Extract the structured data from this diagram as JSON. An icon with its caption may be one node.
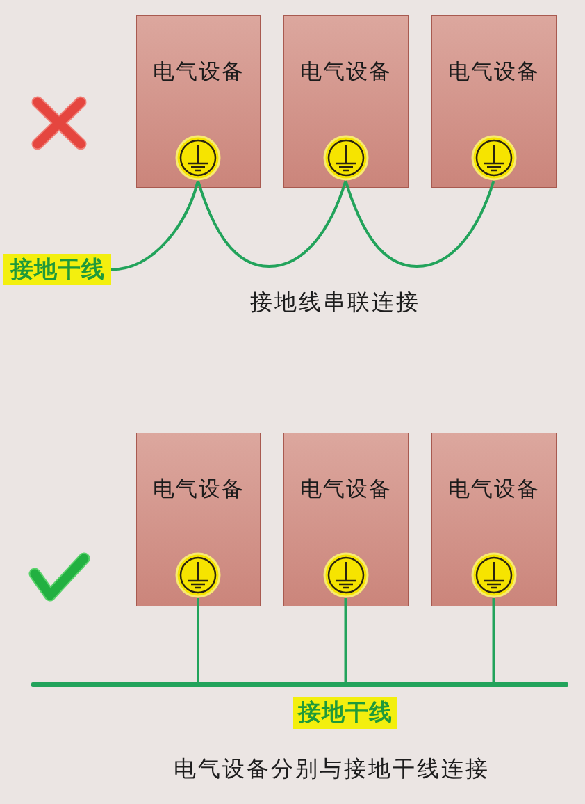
{
  "diagram": {
    "nodes": [
      {
        "text": [
          "电气设备"
        ]
      },
      {
        "text": [
          "电气设备"
        ]
      },
      {
        "text": [
          "电气设备"
        ]
      },
      {
        "text": [],
        "shape": "circle",
        "in": 0
      },
      {
        "text": [],
        "shape": "circle",
        "in": 1
      },
      {
        "text": [],
        "shape": "circle",
        "in": 2
      },
      {
        "text": [
          "接地干线"
        ]
      },
      {
        "text": [
          "电气设备"
        ]
      },
      {
        "text": [
          "电气设备"
        ]
      },
      {
        "text": [
          "电气设备"
        ]
      },
      {
        "text": [],
        "shape": "circle",
        "in": 7
      },
      {
        "text": [],
        "shape": "circle",
        "in": 8
      },
      {
        "text": [],
        "shape": "circle",
        "in": 9
      },
      {
        "text": [],
        "shape": "bar"
      },
      {
        "text": [
          "接地干线"
        ]
      }
    ],
    "edges": [
      {
        "from": 6,
        "to": 3,
        "arrow": "none"
      },
      {
        "from": 3,
        "to": 4,
        "arrow": "none"
      },
      {
        "from": 4,
        "to": 5,
        "arrow": "none"
      },
      {
        "from": 10,
        "to": 13,
        "arrow": "none"
      },
      {
        "from": 11,
        "to": 13,
        "arrow": "none"
      },
      {
        "from": 12,
        "to": 13,
        "arrow": "none"
      }
    ],
    "labels": [
      "接地线串联连接",
      "电气设备分别与接地干线连接"
    ]
  }
}
